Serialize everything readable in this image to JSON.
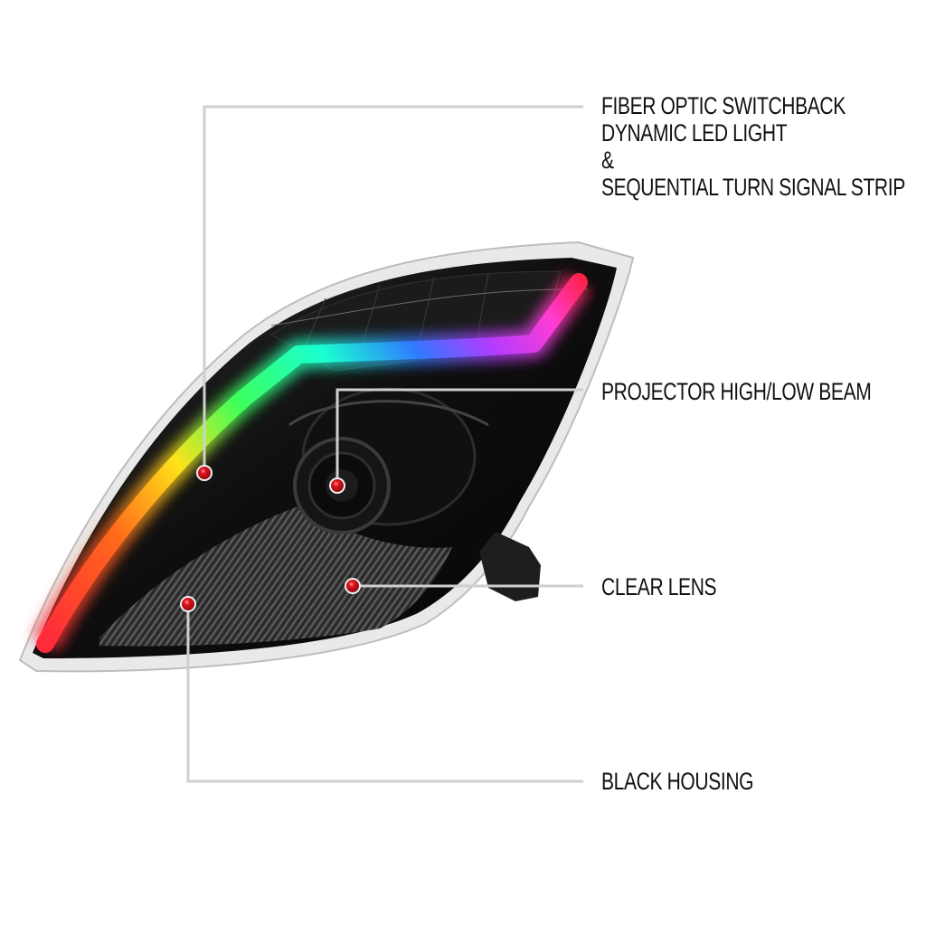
{
  "product": {
    "subject": "headlight",
    "housing_color": "#0d0d0d",
    "led_strip_gradient": [
      "#ff2a3a",
      "#ff7a1a",
      "#ffe21a",
      "#3cff5a",
      "#1affd0",
      "#2f7bff",
      "#b23cff",
      "#ff3cd2",
      "#ff2040"
    ],
    "callout_dot_color": "#d8141e",
    "leader_line_color": "#cfcfcf"
  },
  "callouts": [
    {
      "id": "fiber-optic",
      "lines": [
        "FIBER OPTIC SWITCHBACK",
        "DYNAMIC LED LIGHT",
        "&",
        "SEQUENTIAL TURN SIGNAL STRIP"
      ]
    },
    {
      "id": "projector",
      "lines": [
        "PROJECTOR HIGH/LOW BEAM"
      ]
    },
    {
      "id": "clear-lens",
      "lines": [
        "CLEAR LENS"
      ]
    },
    {
      "id": "black-housing",
      "lines": [
        "BLACK HOUSING"
      ]
    }
  ]
}
